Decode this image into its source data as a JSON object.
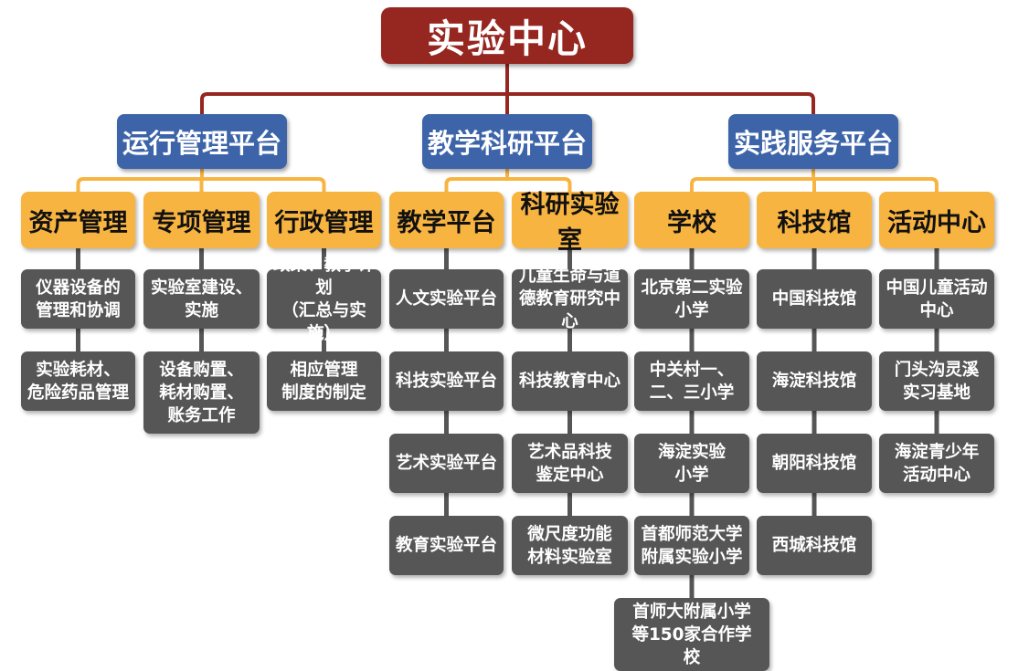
{
  "root": {
    "label": "实验中心"
  },
  "platforms": [
    {
      "label": "运行管理平台",
      "categories": [
        {
          "label": "资产管理",
          "items": [
            "仪器设备的\n管理和协调",
            "实验耗材、\n危险药品管理"
          ]
        },
        {
          "label": "专项管理",
          "items": [
            "实验室建设、\n实施",
            "设备购置、\n耗材购置、\n账务工作"
          ]
        },
        {
          "label": "行政管理",
          "items": [
            "政策、教学计划\n（汇总与实施）",
            "相应管理\n制度的制定"
          ]
        }
      ]
    },
    {
      "label": "教学科研平台",
      "categories": [
        {
          "label": "教学平台",
          "items": [
            "人文实验平台",
            "科技实验平台",
            "艺术实验平台",
            "教育实验平台"
          ]
        },
        {
          "label": "科研实验室",
          "items": [
            "儿童生命与道\n德教育研究中心",
            "科技教育中心",
            "艺术品科技\n鉴定中心",
            "微尺度功能\n材料实验室"
          ]
        }
      ]
    },
    {
      "label": "实践服务平台",
      "categories": [
        {
          "label": "学校",
          "items": [
            "北京第二实验\n小学",
            "中关村一、\n二、三小学",
            "海淀实验\n小学",
            "首都师范大学\n附属实验小学",
            "首师大附属小学\n等150家合作学\n校"
          ]
        },
        {
          "label": "科技馆",
          "items": [
            "中国科技馆",
            "海淀科技馆",
            "朝阳科技馆",
            "西城科技馆"
          ]
        },
        {
          "label": "活动中心",
          "items": [
            "中国儿童活动\n中心",
            "门头沟灵溪\n实习基地",
            "海淀青少年\n活动中心"
          ]
        }
      ]
    }
  ],
  "colors": {
    "root": "#962620",
    "root_connector": "#962620",
    "platform": "#3d64a9",
    "category": "#f8b441",
    "category_connector": "#f8b441",
    "leaf": "#565656",
    "leaf_connector": "#565656"
  }
}
